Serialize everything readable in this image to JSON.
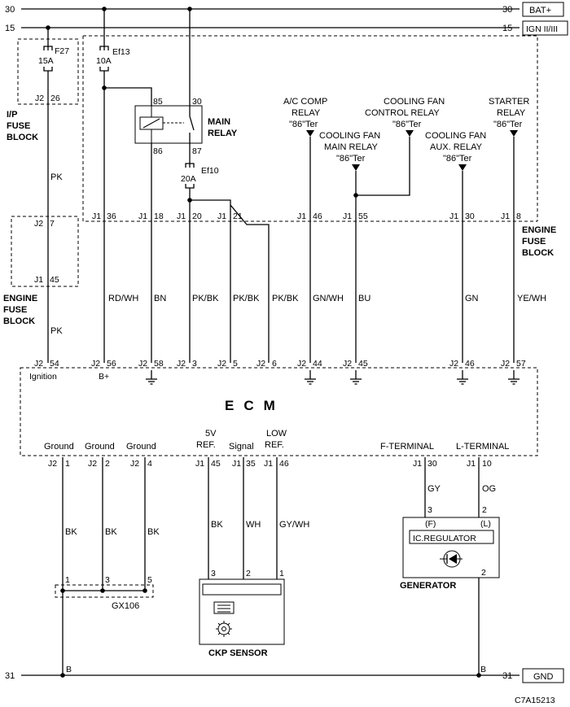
{
  "rails": {
    "bat_num_left": "30",
    "bat_num_right": "30",
    "bat_label": "BAT+",
    "ign_num_left": "15",
    "ign_num_right": "15",
    "ign_label": "IGN II/III",
    "gnd_num_left": "31",
    "gnd_num_right": "31",
    "gnd_label": "GND",
    "gnd_b_left": "B",
    "gnd_b_right": "B"
  },
  "fuses": {
    "f27": {
      "name": "F27",
      "rating": "15A"
    },
    "ef13": {
      "name": "Ef13",
      "rating": "10A"
    },
    "ef10": {
      "name": "Ef10",
      "rating": "20A"
    }
  },
  "ip_fuse_block": {
    "conn": "J2",
    "pin": "26",
    "label_line1": "I/P",
    "label_line2": "FUSE",
    "label_line3": "BLOCK"
  },
  "engine_fuse_block_left": {
    "conn1": "J2",
    "pin1": "7",
    "conn2": "J1",
    "pin2": "45",
    "label_line1": "ENGINE",
    "label_line2": "FUSE",
    "label_line3": "BLOCK"
  },
  "engine_fuse_block_right": {
    "label_line1": "ENGINE",
    "label_line2": "FUSE",
    "label_line3": "BLOCK"
  },
  "main_relay": {
    "pin85": "85",
    "pin30": "30",
    "pin86": "86",
    "pin87": "87",
    "label_line1": "MAIN",
    "label_line2": "RELAY"
  },
  "relays": {
    "ac_comp": {
      "line1": "A/C COMP",
      "line2": "RELAY",
      "line3": "\"86\"Ter"
    },
    "fan_control": {
      "line1": "COOLING FAN",
      "line2": "CONTROL RELAY",
      "line3": "\"86\"Ter"
    },
    "starter": {
      "line1": "STARTER",
      "line2": "RELAY",
      "line3": "\"86\"Ter"
    },
    "fan_main": {
      "line1": "COOLING FAN",
      "line2": "MAIN RELAY",
      "line3": "\"86\"Ter"
    },
    "fan_aux": {
      "line1": "COOLING FAN",
      "line2": "AUX. RELAY",
      "line3": "\"86\"Ter"
    }
  },
  "efb_pins": [
    {
      "conn": "J1",
      "pin": "36"
    },
    {
      "conn": "J1",
      "pin": "18"
    },
    {
      "conn": "J1",
      "pin": "20"
    },
    {
      "conn": "J1",
      "pin": "21"
    },
    {
      "conn": "J1",
      "pin": "46"
    },
    {
      "conn": "J1",
      "pin": "55"
    },
    {
      "conn": "J1",
      "pin": "30"
    },
    {
      "conn": "J1",
      "pin": "8"
    }
  ],
  "wire_colors_upper": [
    "PK",
    "PK",
    "RD/WH",
    "BN",
    "PK/BK",
    "PK/BK",
    "PK/BK",
    "GN/WH",
    "BU",
    "GN",
    "YE/WH"
  ],
  "ecm_top_pins": [
    {
      "conn": "J2",
      "pin": "54",
      "label": "Ignition"
    },
    {
      "conn": "J2",
      "pin": "56",
      "label": "B+"
    },
    {
      "conn": "J2",
      "pin": "58",
      "label": ""
    },
    {
      "conn": "J2",
      "pin": "3",
      "label": ""
    },
    {
      "conn": "J2",
      "pin": "5",
      "label": ""
    },
    {
      "conn": "J2",
      "pin": "6",
      "label": ""
    },
    {
      "conn": "J2",
      "pin": "44",
      "label": ""
    },
    {
      "conn": "J2",
      "pin": "45",
      "label": ""
    },
    {
      "conn": "J2",
      "pin": "46",
      "label": ""
    },
    {
      "conn": "J2",
      "pin": "57",
      "label": ""
    }
  ],
  "ecm": {
    "title": "ECM",
    "bottom_labels": {
      "ground1": "Ground",
      "ground2": "Ground",
      "ground3": "Ground",
      "ref5v_line1": "5V",
      "ref5v_line2": "REF.",
      "signal": "Signal",
      "lowref_line1": "LOW",
      "lowref_line2": "REF.",
      "f_terminal": "F-TERMINAL",
      "l_terminal": "L-TERMINAL"
    }
  },
  "ecm_bottom_pins": [
    {
      "conn": "J2",
      "pin": "1"
    },
    {
      "conn": "J2",
      "pin": "2"
    },
    {
      "conn": "J2",
      "pin": "4"
    },
    {
      "conn": "J1",
      "pin": "45"
    },
    {
      "conn": "J1",
      "pin": "35"
    },
    {
      "conn": "J1",
      "pin": "46"
    },
    {
      "conn": "J1",
      "pin": "30"
    },
    {
      "conn": "J1",
      "pin": "10"
    }
  ],
  "wire_colors_lower": [
    "BK",
    "BK",
    "BK",
    "BK",
    "WH",
    "GY/WH",
    "GY",
    "OG"
  ],
  "gx106": {
    "label": "GX106",
    "pin1": "1",
    "pin3": "3",
    "pin5": "5"
  },
  "ckp": {
    "label": "CKP SENSOR",
    "pin3": "3",
    "pin2": "2",
    "pin1": "1"
  },
  "generator": {
    "label": "GENERATOR",
    "pin3": "3",
    "pin2_top": "2",
    "f_term": "(F)",
    "l_term": "(L)",
    "regulator": "IC.REGULATOR",
    "pin2_bottom": "2"
  },
  "diagram_code": "C7A15213"
}
